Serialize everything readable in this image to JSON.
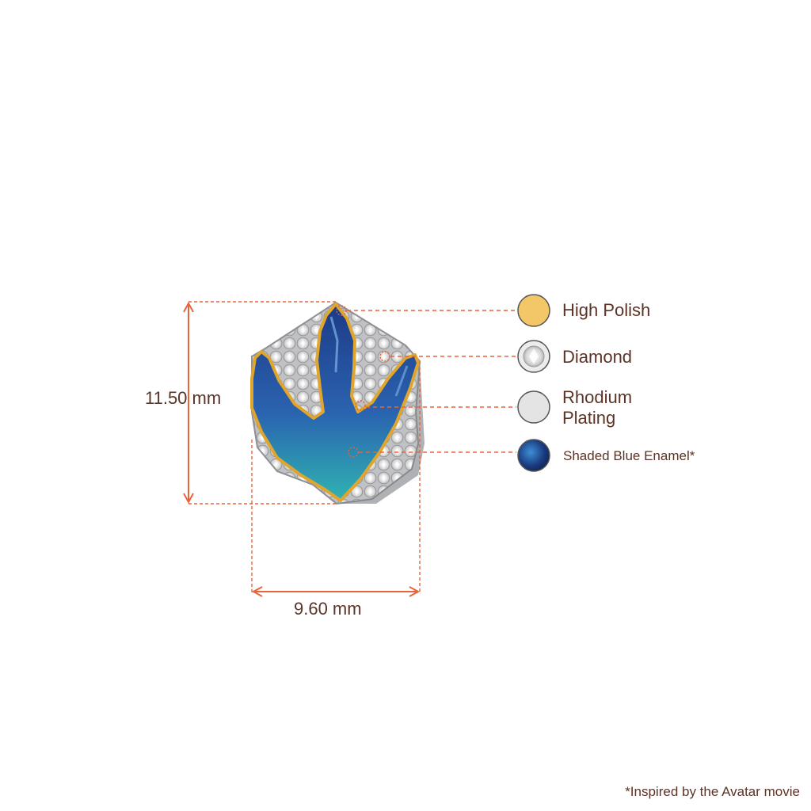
{
  "dimensions": {
    "height": "11.50 mm",
    "width": "9.60 mm"
  },
  "legend": [
    {
      "label": "High Polish",
      "swatch": "high-polish"
    },
    {
      "label": "Diamond",
      "swatch": "diamond"
    },
    {
      "label": "Rhodium\nPlating",
      "swatch": "rhodium-plating"
    },
    {
      "label": "Shaded Blue Enamel*",
      "swatch": "shaded-blue-enamel"
    }
  ],
  "footnote": "*Inspired by the Avatar movie",
  "colors": {
    "accent_line": "#e8643a",
    "text": "#5b3327",
    "gold": "#f3c768",
    "rhodium": "#e4e4e4",
    "enamel_dark": "#1d3f85",
    "enamel_light": "#2fb0b3"
  }
}
